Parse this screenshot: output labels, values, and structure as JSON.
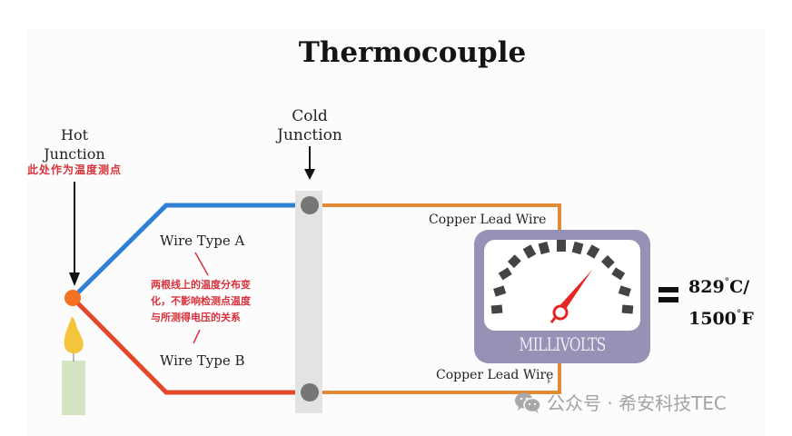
{
  "title": "Thermocouple",
  "hot_junction": {
    "label_line1": "Hot",
    "label_line2": "Junction",
    "note_cn": "此处作为温度测点"
  },
  "cold_junction": {
    "label_line1": "Cold",
    "label_line2": "Junction"
  },
  "wires": {
    "type_a": "Wire Type A",
    "type_b": "Wire Type B",
    "copper_top": "Copper Lead Wire",
    "copper_bottom": "Copper Lead Wire",
    "note_cn_line1": "两根线上的温度分布变",
    "note_cn_line2": "化，不影响检测点温度",
    "note_cn_line3": "与所测得电压的关系"
  },
  "meter": {
    "label": "MILLIVOLTS"
  },
  "reading": {
    "celsius_value": "829",
    "celsius_unit": "C/",
    "fahrenheit_value": "1500",
    "fahrenheit_unit": "F",
    "degree": "°"
  },
  "watermark": {
    "text": "公众号 · 希安科技TEC"
  },
  "colors": {
    "wire_a": "#2f7fd6",
    "wire_b": "#e4482a",
    "copper": "#e08a35",
    "hot_junction": "#f47120",
    "cold_junction_bar": "#e3e3e3",
    "cold_junction_dot": "#767676",
    "meter_frame": "#9592b6",
    "needle": "#e52424",
    "annotation": "#d8323c"
  }
}
